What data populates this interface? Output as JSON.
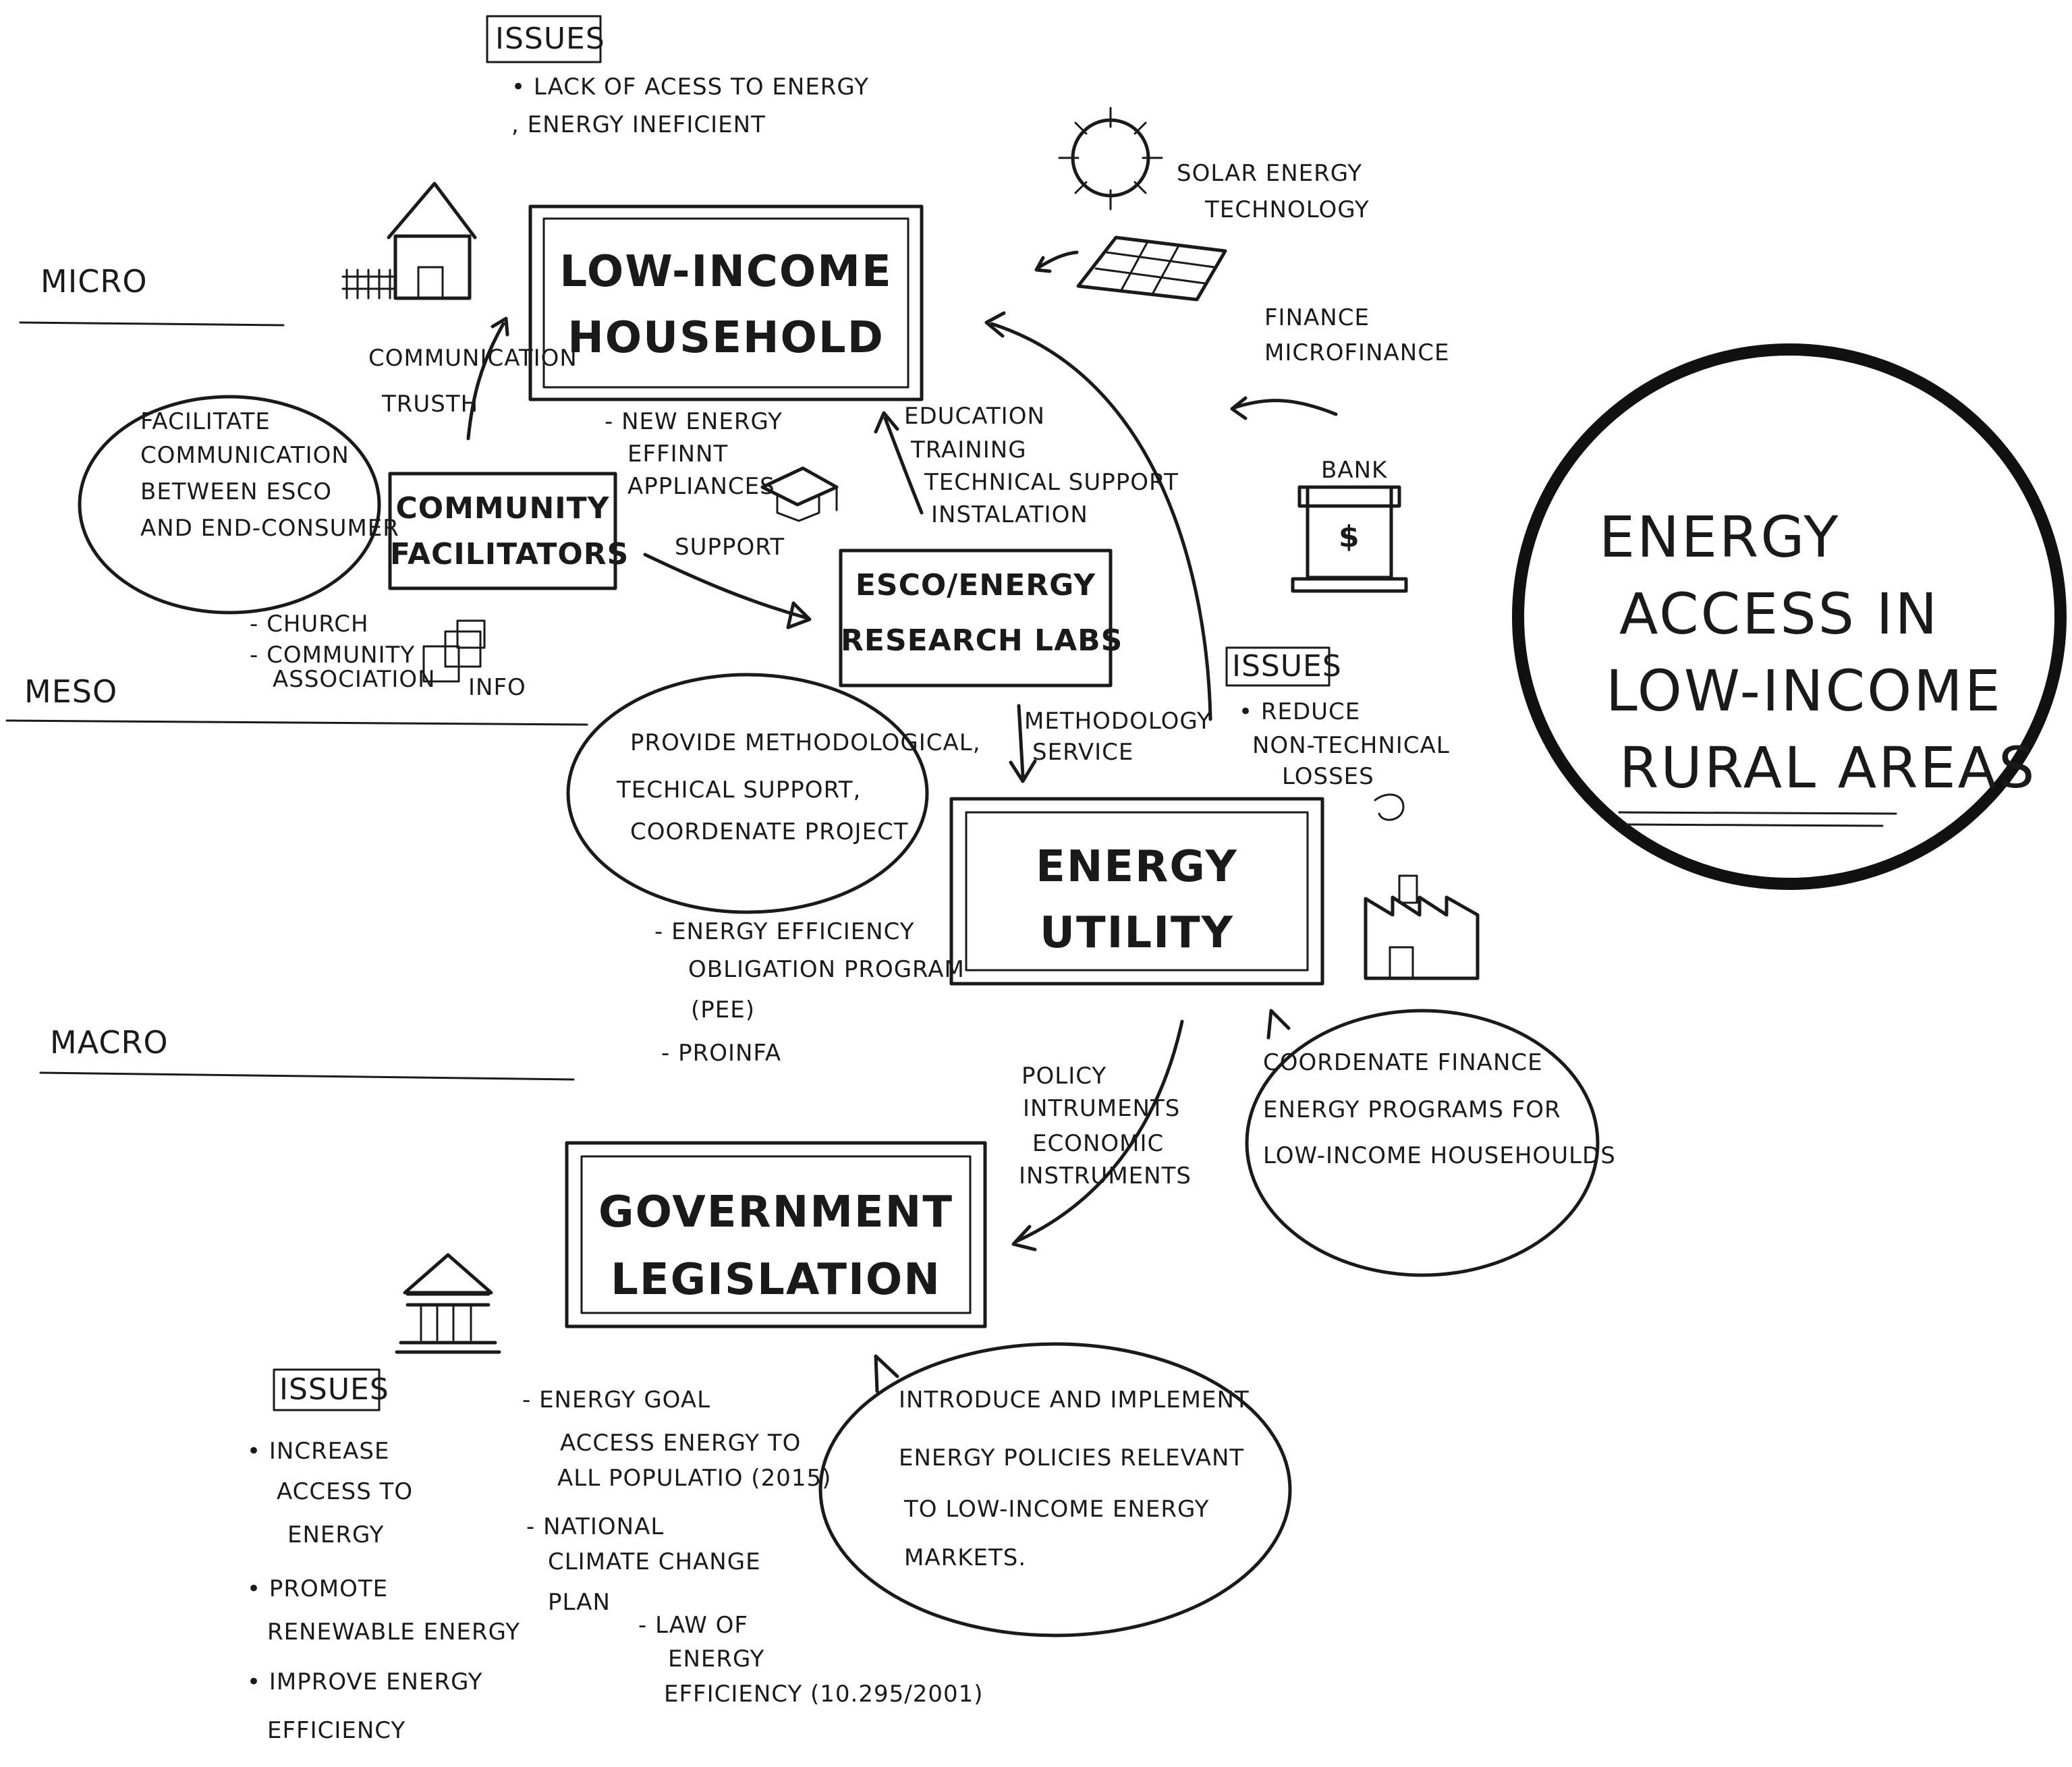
{
  "levels": {
    "micro": "MICRO",
    "meso": "MESO",
    "macro": "MACRO"
  },
  "title": {
    "line1": "ENERGY",
    "line2": "ACCESS IN",
    "line3": "LOW-INCOME",
    "line4": "RURAL AREAS"
  },
  "top_issues": {
    "label": "ISSUES",
    "items": [
      "• LACK OF ACESS TO ENERGY",
      ", ENERGY INEFICIENT"
    ]
  },
  "household": {
    "line1": "LOW-INCOME",
    "line2": "HOUSEHOLD"
  },
  "community": {
    "line1": "COMMUNITY",
    "line2": "FACILITATORS"
  },
  "esco": {
    "line1": "ESCO/ENERGY",
    "line2": "RESEARCH LABS"
  },
  "utility": {
    "line1": "ENERGY",
    "line2": "UTILITY"
  },
  "government": {
    "line1": "GOVERNMENT",
    "line2": "LEGISLATION"
  },
  "labels": {
    "communication": "COMMUNICATION",
    "trust": "TRUSTH",
    "support": "SUPPORT",
    "new_energy": [
      "- NEW ENERGY",
      "EFFINNT",
      "APPLIANCES"
    ],
    "education": [
      "EDUCATION",
      "TRAINING",
      "TECHNICAL SUPPORT",
      "INSTALATION"
    ],
    "solar": [
      "SOLAR ENERGY",
      "TECHNOLOGY"
    ],
    "finance": [
      "FINANCE",
      "MICROFINANCE"
    ],
    "bank": "BANK",
    "bank_sign": "$",
    "community_list": [
      "- CHURCH",
      "- COMMUNITY",
      "ASSOCIATION"
    ],
    "info": "INFO",
    "methodology": [
      "METHODOLOGY",
      "SERVICE"
    ],
    "utility_issues_label": "ISSUES",
    "utility_issues": [
      "• REDUCE",
      "NON-TECHNICAL",
      "LOSSES"
    ],
    "efficiency_programs": [
      "- ENERGY EFFICIENCY",
      "OBLIGATION PROGRAM",
      "(PEE)",
      "- PROINFA"
    ],
    "policy": [
      "POLICY",
      "INTRUMENTS",
      "ECONOMIC",
      "INSTRUMENTS"
    ]
  },
  "bubbles": {
    "facilitate": [
      "FACILITATE",
      "COMMUNICATION",
      "BETWEEN ESCO",
      "AND END-CONSUMER"
    ],
    "provide": [
      "PROVIDE METHODOLOGICAL,",
      "TECHICAL SUPPORT,",
      "COORDENATE PROJECT"
    ],
    "coordenate": [
      "COORDENATE FINANCE",
      "ENERGY PROGRAMS FOR",
      "LOW-INCOME HOUSEHOULDS"
    ],
    "introduce": [
      "INTRODUCE AND IMPLEMENT",
      "ENERGY POLICIES RELEVANT",
      "TO LOW-INCOME ENERGY",
      "MARKETS."
    ]
  },
  "gov_issues": {
    "label": "ISSUES",
    "items": [
      "• INCREASE",
      "ACCESS TO",
      "ENERGY",
      "• PROMOTE",
      "RENEWABLE ENERGY",
      "• IMPROVE ENERGY",
      "EFFICIENCY"
    ]
  },
  "gov_goals": [
    "- ENERGY GOAL",
    "ACCESS ENERGY TO",
    "ALL POPULATIO (2015)",
    "- NATIONAL",
    "CLIMATE CHANGE",
    "PLAN",
    "- LAW OF",
    "ENERGY",
    "EFFICIENCY (10.295/2001)"
  ]
}
